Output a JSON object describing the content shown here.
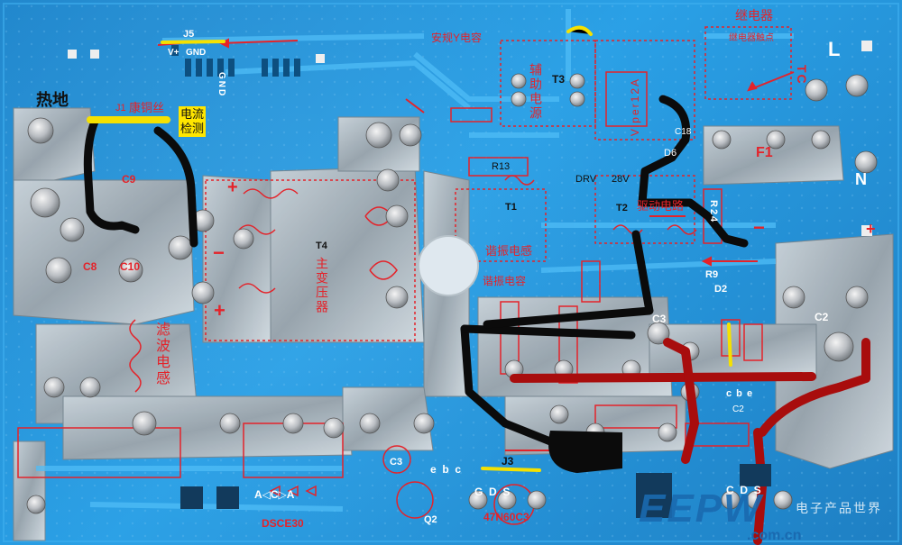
{
  "labels": {
    "hot_ground": "热地",
    "j1": "J1",
    "manganin_wire": "康铜丝",
    "current_detect": "电流\n检测",
    "j5": "J5",
    "v_plus": "V+",
    "gnd": "GND",
    "gnd_vertical": "GND",
    "safety_cap": "安规Y电容",
    "t3": "T3",
    "aux_power": "辅助电源",
    "viper12a": "Viper12A",
    "relay": "继电器",
    "relay_note": "继电器触点",
    "l": "L",
    "tc": "TC",
    "f1": "F1",
    "n": "N",
    "c9": "C9",
    "c8": "C8",
    "c10": "C10",
    "t4": "T4",
    "main_transformer": "主变压器",
    "filter_inductor": "滤波电感",
    "r13": "R13",
    "t1": "T1",
    "resonant_inductor": "谐振电感",
    "resonant_cap": "谐振电容",
    "t2": "T2",
    "drv": "DRV",
    "v_28": "28V",
    "drive_circuit": "驱动电路",
    "d6": "D6",
    "c18": "C18",
    "r24": "R24",
    "r9": "R9",
    "d2": "D2",
    "c3_right": "C3",
    "c2": "C2",
    "c2_small": "C2",
    "cbe_right": "c b e",
    "cds_right": "C  D  S",
    "minus": "−",
    "plus": "+",
    "dsce30": "DSCE30",
    "acx": "A◁C▷A",
    "c3_left": "C3",
    "j3": "J3",
    "q2": "Q2",
    "ebc": "e  b  c",
    "gds": "G  D  S",
    "mosfet": "47N60C3",
    "watermark_main": "EEPW",
    "watermark_domain": ".com.cn",
    "watermark_cn": "电子产品世界"
  }
}
